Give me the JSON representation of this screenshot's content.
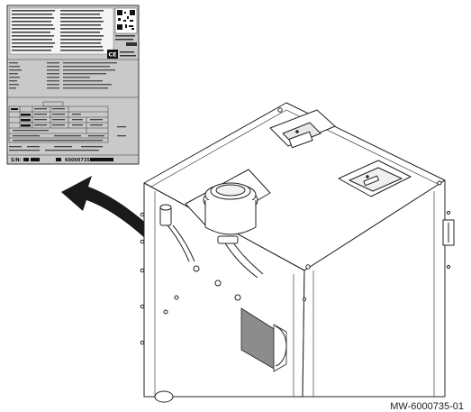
{
  "figure": {
    "reference": "MW-6000735-01"
  },
  "plate": {
    "heading_symbol": "CE",
    "serial_label": "S/N:",
    "serial_value": "60000735"
  },
  "arrow": {
    "color": "#1a1a1a",
    "meaning": "data plate location"
  },
  "colors": {
    "plate_bg": "#c9c9c9",
    "plate_border": "#333333",
    "label_patch": "#8c8c8c",
    "outline": "#222222"
  }
}
